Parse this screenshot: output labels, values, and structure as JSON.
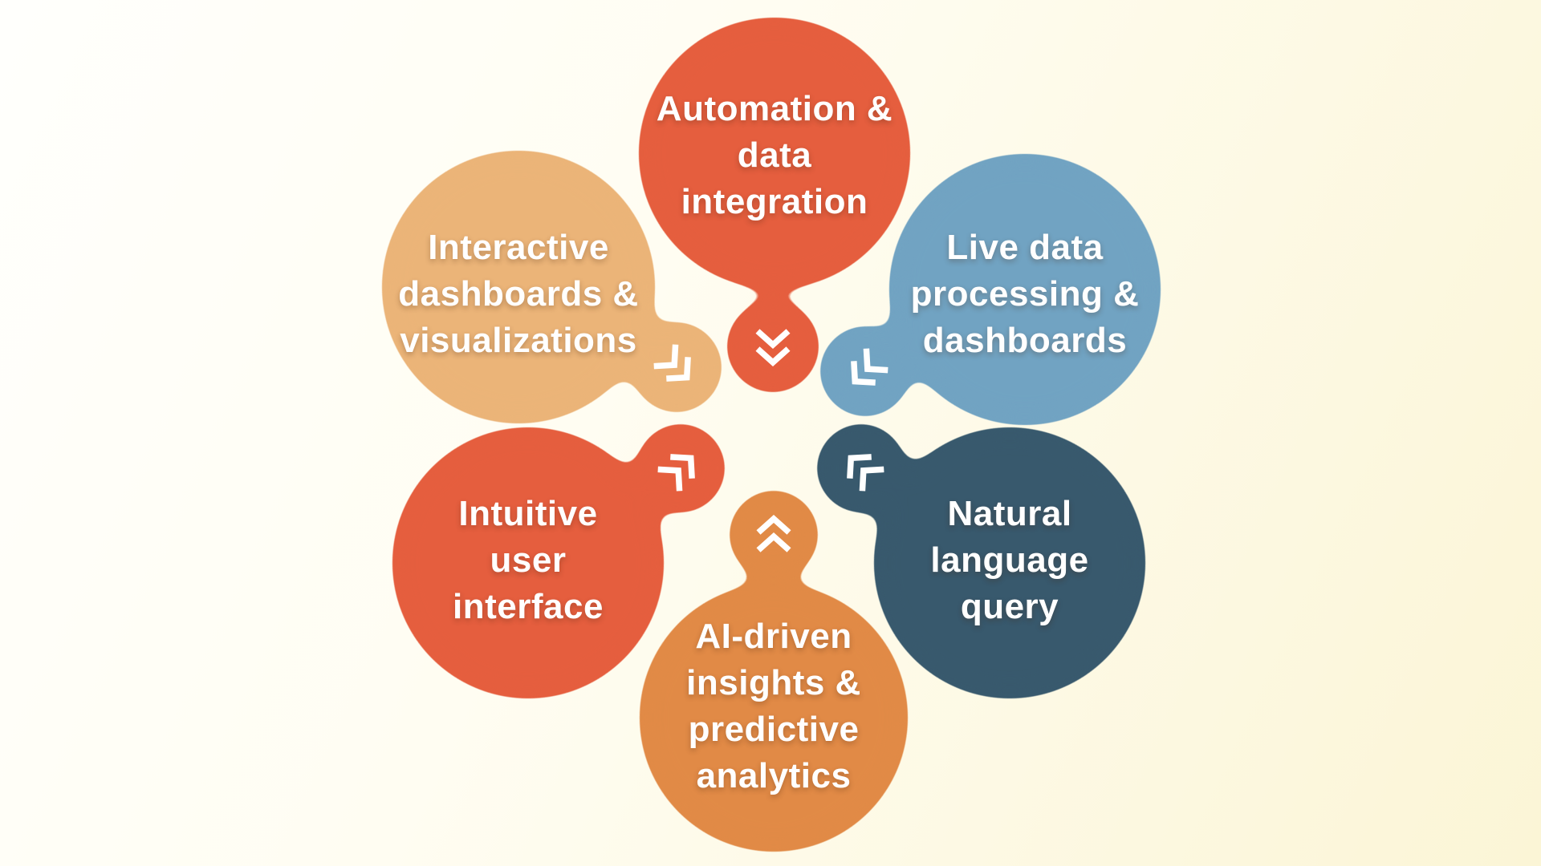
{
  "background": {
    "gradient_start": "#FFFFFC",
    "gradient_mid": "#FFFDF2",
    "gradient_end": "#FBF5D6"
  },
  "text_color": "#FFFFFF",
  "icon_color": "#FFFFFF",
  "features": [
    {
      "label": "Automation & data integration",
      "lines": [
        "Automation &",
        "data",
        "integration"
      ],
      "color": "#E55E3E",
      "icon": "double-chevron-down-icon",
      "icon_direction": "down",
      "position": "top-center"
    },
    {
      "label": "Interactive dashboards & visualizations",
      "lines": [
        "Interactive",
        "dashboards &",
        "visualizations"
      ],
      "color": "#EBB478",
      "icon": "double-chevron-down-right-icon",
      "icon_direction": "down-right",
      "position": "top-left"
    },
    {
      "label": "Live data processing & dashboards",
      "lines": [
        "Live data",
        "processing &",
        "dashboards"
      ],
      "color": "#71A3C2",
      "icon": "double-chevron-down-left-icon",
      "icon_direction": "down-left",
      "position": "top-right"
    },
    {
      "label": "Intuitive user interface",
      "lines": [
        "Intuitive",
        "user",
        "interface"
      ],
      "color": "#E55E3E",
      "icon": "double-chevron-up-right-icon",
      "icon_direction": "up-right",
      "position": "bottom-left"
    },
    {
      "label": "Natural language query",
      "lines": [
        "Natural",
        "language",
        "query"
      ],
      "color": "#38596D",
      "icon": "double-chevron-up-left-icon",
      "icon_direction": "up-left",
      "position": "bottom-right"
    },
    {
      "label": "AI-driven insights & predictive analytics",
      "lines": [
        "AI-driven",
        "insights &",
        "predictive",
        "analytics"
      ],
      "color": "#E18A46",
      "icon": "double-chevron-up-icon",
      "icon_direction": "up",
      "position": "bottom-center"
    }
  ]
}
